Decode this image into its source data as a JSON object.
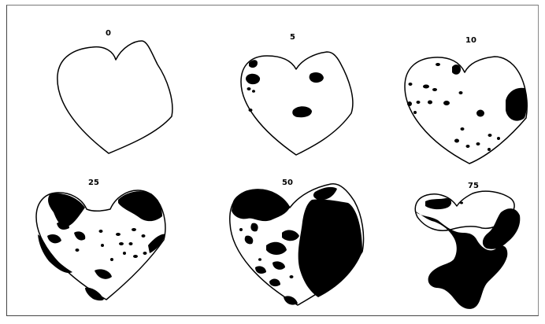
{
  "figure": {
    "panels": [
      {
        "label": "0"
      },
      {
        "label": "5"
      },
      {
        "label": "10"
      },
      {
        "label": "25"
      },
      {
        "label": "50"
      },
      {
        "label": "75"
      }
    ],
    "colors": {
      "ink": "#000000",
      "background": "#ffffff"
    }
  }
}
